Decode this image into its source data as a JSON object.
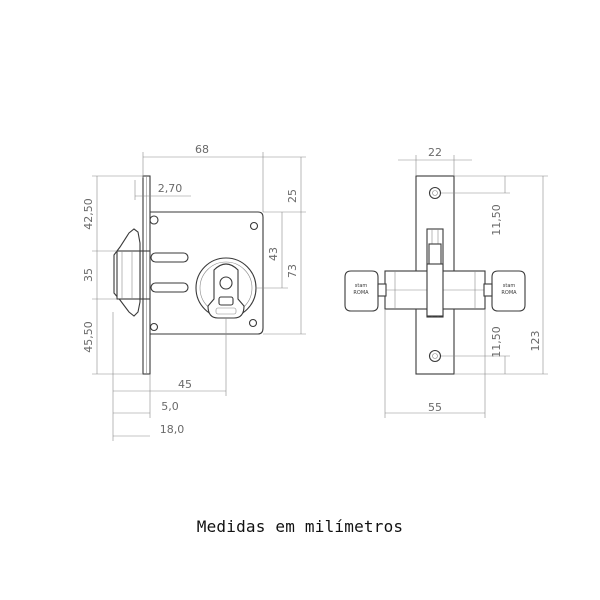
{
  "caption": "Medidas em milímetros",
  "dimensions": {
    "front_width": "68",
    "faceplate_offset": "2,70",
    "top_to_axis": "42,50",
    "slot_span": "35",
    "bottom_to_axis": "45,50",
    "top_margin": "25",
    "cylinder_axis": "43",
    "body_height": "73",
    "backset": "45",
    "faceplate_thickness": "5,0",
    "total_depth": "18,0",
    "side_width": "22",
    "upper_screw": "11,50",
    "lower_screw": "11,50",
    "faceplate_height": "123",
    "key_span": "55"
  },
  "colors": {
    "line": "#3a3a3a",
    "dimension": "#8a8a8a",
    "text": "#6a6a6a"
  }
}
